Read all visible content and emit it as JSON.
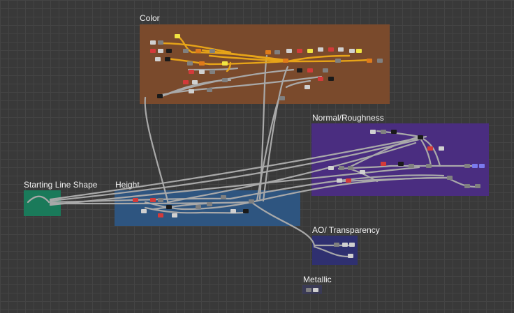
{
  "graph": {
    "frames": [
      {
        "id": "color",
        "title": "Color",
        "color": "#7a4a2c"
      },
      {
        "id": "normal",
        "title": "Normal/Roughness",
        "color": "#4a2d80"
      },
      {
        "id": "start",
        "title": "Starting Line Shape",
        "color": "#1a7a5a"
      },
      {
        "id": "height",
        "title": "Height",
        "color": "#2e5580"
      },
      {
        "id": "ao",
        "title": "AO/ Transparency",
        "color": "#2f3070"
      },
      {
        "id": "metallic",
        "title": "Metallic",
        "color": "#3a3a55"
      }
    ],
    "wire_colors": {
      "gray": "#a9a9a9",
      "orange": "#e7a418"
    },
    "node_colors": [
      "#d0d0d0",
      "#808080",
      "#d33a3a",
      "#f0e442",
      "#e07b1a",
      "#1a1a1a",
      "#7a7aee"
    ]
  }
}
